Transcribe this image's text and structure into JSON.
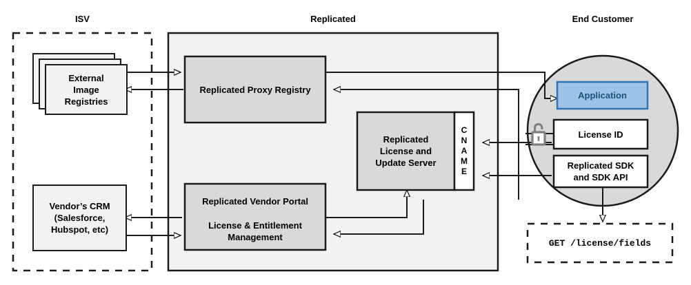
{
  "diagram": {
    "title_isv": "ISV",
    "title_replicated": "Replicated",
    "title_end_customer": "End Customer",
    "colors": {
      "panel_fill": "#F2F2F2",
      "box_fill": "#D9D9D9",
      "white_fill": "#FFFFFF",
      "circle_fill": "#D9D9D9",
      "app_fill": "#9DC3E6",
      "app_border": "#2E75B6",
      "app_text": "#1F4E79",
      "stroke": "#1A1A1A",
      "lock": "#808080"
    },
    "nodes": {
      "external_registries": "External\nImage\nRegistries",
      "external_registries_lines": [
        "External",
        "Image",
        "Registries"
      ],
      "vendor_crm_lines": [
        "Vendor’s CRM",
        "(Salesforce,",
        "Hubspot, etc)"
      ],
      "proxy_registry": "Replicated Proxy Registry",
      "license_server_lines": [
        "Replicated",
        "License and",
        "Update Server"
      ],
      "cname_letters": [
        "C",
        "N",
        "A",
        "M",
        "E"
      ],
      "vendor_portal_line1": "Replicated Vendor Portal",
      "vendor_portal_line2a": "License & Entitlement",
      "vendor_portal_line2b": "Management",
      "application": "Application",
      "license_id": "License ID",
      "sdk_lines": [
        "Replicated SDK",
        "and SDK API"
      ],
      "api_call": "GET /license/fields"
    },
    "icons": {
      "lock": "unlock-icon"
    }
  }
}
